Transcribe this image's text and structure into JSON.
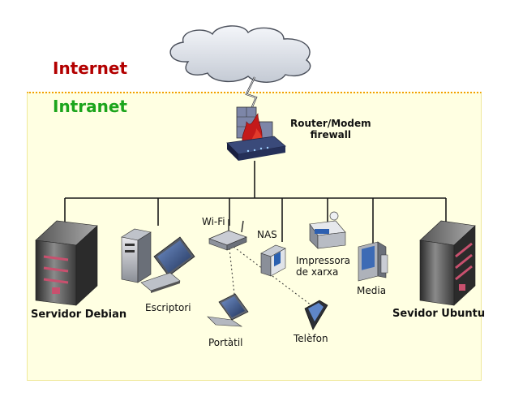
{
  "zones": {
    "internet": "Internet",
    "intranet": "Intranet"
  },
  "colors": {
    "internet_label": "#b30000",
    "intranet_label": "#1ca51c",
    "intranet_fill": "#ffffe2",
    "zone_border": "#f2a000"
  },
  "nodes": {
    "router": {
      "line1": "Router/Modem",
      "line2": "firewall"
    },
    "server_debian": "Servidor Debian",
    "desktop": "Escriptori",
    "wifi": "Wi-Fi",
    "nas": "NAS",
    "printer": {
      "line1": "Impressora",
      "line2": "de xarxa"
    },
    "media": "Media",
    "server_ubuntu": "Sevidor Ubuntu",
    "laptop": "Portàtil",
    "phone": "Telèfon"
  },
  "icons": [
    "cloud-icon",
    "firewall-router-icon",
    "server-icon",
    "desktop-computer-icon",
    "wifi-access-point-icon",
    "nas-icon",
    "network-printer-icon",
    "media-center-icon",
    "laptop-icon",
    "mobile-phone-icon"
  ]
}
